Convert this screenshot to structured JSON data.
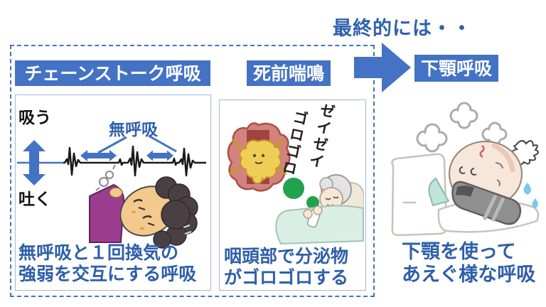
{
  "header": {
    "finally_label": "最終的には・・"
  },
  "colors": {
    "accent_blue": "#4472C4",
    "text_blue": "#2E5FA8",
    "waveform_black": "#1a1a1a",
    "panel_border": "#9FB8DC",
    "secretion_green": "#21A24D",
    "throat_red": "#D4827D",
    "phlegm_yellow": "#EFCE58",
    "sweat_blue": "#79C9EF"
  },
  "stages": {
    "cheyne_stokes": {
      "title": "チェーンストーク呼吸",
      "inhale_label": "吸う",
      "exhale_label": "吐く",
      "apnea_label": "無呼吸",
      "caption_line1": "無呼吸と１回換気の",
      "caption_line2": "強弱を交互にする呼吸"
    },
    "death_rattle": {
      "title": "死前喘鳴",
      "sound_wheeze": "ゼイゼイ",
      "sound_rattle": "ゴロゴロ",
      "caption_line1": "咽頭部で分泌物",
      "caption_line2": "がゴロゴロする"
    },
    "jaw_breathing": {
      "title": "下顎呼吸",
      "caption_line1": "下顎を使って",
      "caption_line2": "あえぐ様な呼吸"
    }
  }
}
